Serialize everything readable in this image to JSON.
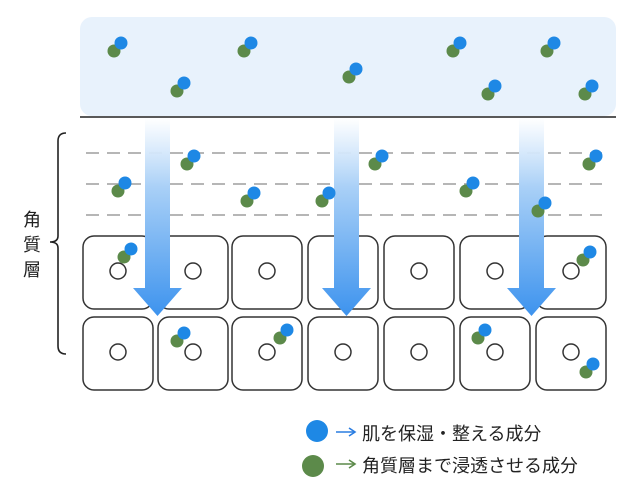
{
  "side_label": "角質層",
  "legend": [
    {
      "text": "肌を保湿・整える成分",
      "color": "#2a7de1"
    },
    {
      "text": "角質層まで浸透させる成分",
      "color": "#5c8a4a"
    }
  ],
  "colors": {
    "blue_molecule": "#1e88e5",
    "green_molecule": "#5c8a4a",
    "surface_fill": "#e8f2fc",
    "arrow_blue": "#4a9ef0",
    "cell_stroke": "#333333",
    "dash_line": "#9e9e9e"
  },
  "icons": [
    "moisturizing-molecule-icon",
    "penetrating-molecule-icon",
    "right-arrow-icon"
  ]
}
